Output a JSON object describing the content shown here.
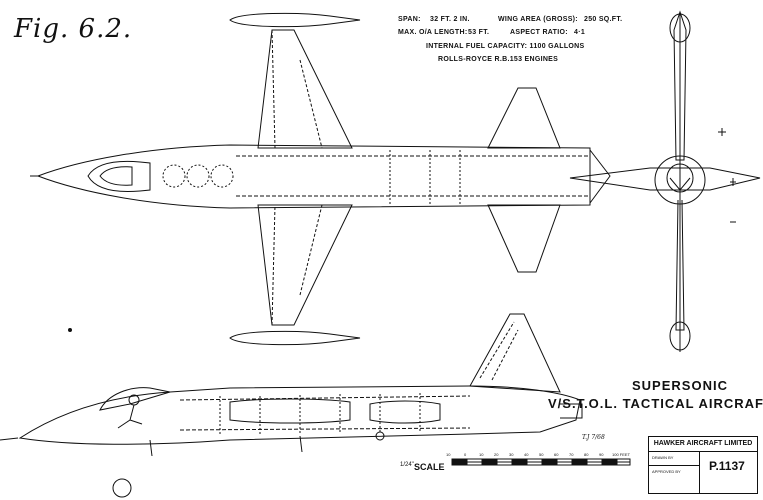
{
  "figure_label": "Fig. 6.2.",
  "specs": {
    "span_label": "SPAN:",
    "span_value": "32 FT. 2 IN.",
    "length_label": "MAX. O/A LENGTH:",
    "length_value": "53 FT.",
    "wing_area_label": "WING AREA (GROSS):",
    "wing_area_value": "250 SQ.FT.",
    "aspect_label": "ASPECT RATIO:",
    "aspect_value": "4·1",
    "fuel": "INTERNAL FUEL CAPACITY:   1100 GALLONS",
    "engines": "ROLLS-ROYCE R.B.153 ENGINES"
  },
  "title_line1": "SUPERSONIC",
  "title_line2": "V/S.T.O.L. TACTICAL AIRCRAFT",
  "drawing_ref": "T.J 7/68",
  "scale": {
    "fraction": "1/24\"",
    "label": "SCALE",
    "ticks": [
      "10",
      "0",
      "10",
      "20",
      "30",
      "40",
      "50",
      "60",
      "70",
      "80",
      "90",
      "100 FEET"
    ]
  },
  "title_block": {
    "company": "HAWKER AIRCRAFT LIMITED",
    "drawn_by": "DRAWN BY",
    "approved_by": "APPROVED BY",
    "project_number": "P.1137"
  }
}
